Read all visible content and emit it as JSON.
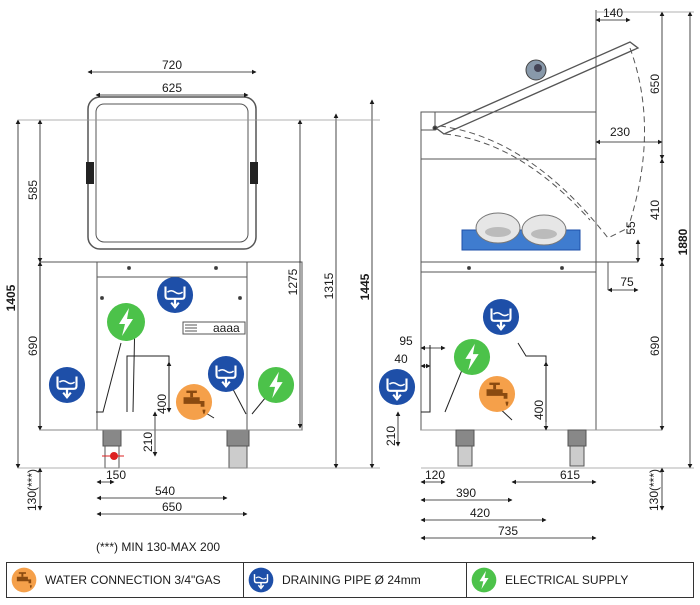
{
  "front_view": {
    "dimensions": {
      "handle_outer_width": "720",
      "handle_inner_width": "625",
      "hood_height": "585",
      "total_height": "1405",
      "body_height": "690",
      "height_1275": "1275",
      "height_1315": "1315",
      "height_1445": "1445",
      "connection_height_400": "400",
      "connection_height_210": "210",
      "connection_offset_150": "150",
      "connection_offset_540": "540",
      "base_width": "650",
      "foot_height": "130(***)"
    },
    "control_panel_display": "aaaa"
  },
  "side_view": {
    "dimensions": {
      "top_offset_140": "140",
      "hood_height_650": "650",
      "hood_depth_230": "230",
      "clearance_410": "410",
      "overall_height": "1880",
      "gap_55": "55",
      "offset_75": "75",
      "body_height": "690",
      "offset_95": "95",
      "offset_40": "40",
      "connection_height_400": "400",
      "connection_height_210": "210",
      "offset_120": "120",
      "offset_615": "615",
      "offset_390": "390",
      "offset_420": "420",
      "depth_735": "735",
      "foot_height": "130(***)"
    }
  },
  "footnote": "(***) MIN 130-MAX 200",
  "legend": {
    "water": "WATER CONNECTION  3/4\"GAS",
    "drain": "DRAINING PIPE  Ø 24mm",
    "electric": "ELECTRICAL SUPPLY"
  },
  "colors": {
    "water_icon": "#f5a04a",
    "drain_icon": "#1e4fa8",
    "electric_icon": "#4cc24a",
    "rack_blue": "#3f7ccf"
  },
  "icons": {
    "water": "faucet-icon",
    "drain": "drain-pipe-icon",
    "electric": "lightning-icon"
  }
}
